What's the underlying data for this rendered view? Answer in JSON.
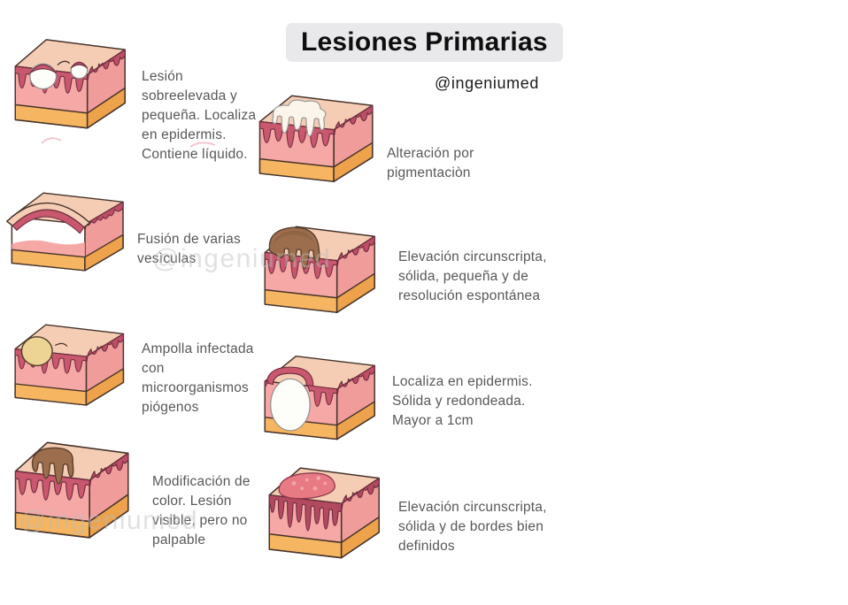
{
  "title": "Lesiones Primarias",
  "handle": "@ingeniumed",
  "watermark": "@ingeniumed",
  "palette": {
    "title_bg": "#e9e9eb",
    "text": "#57585a",
    "skin_top": "#f5cdb4",
    "dermis_pink": "#f5a8a5",
    "epidermis_rose": "#c9576d",
    "subcutis_orange": "#f5b561",
    "lesion_brown": "#9c6e4d",
    "pustule_yellow": "#eed494",
    "plaque_red": "#e87a84",
    "vesicle_white": "#fdfdfa"
  },
  "items": [
    {
      "id": "vesicle",
      "description": "Lesión sobreelevada y pequeña. Localiza en epidermis. Contiene líquido."
    },
    {
      "id": "bulla",
      "description": "Fusión de varias vesìculas"
    },
    {
      "id": "pustule",
      "description": "Ampolla infectada con microorganismos piógenos"
    },
    {
      "id": "macule",
      "description": "Modificación de color. Lesión visible, pero no palpable"
    },
    {
      "id": "hypopigmentation",
      "description": "Alteración por pigmentaciòn"
    },
    {
      "id": "papule",
      "description": "Elevación circunscripta, sólida, pequeña y de resolución espontánea"
    },
    {
      "id": "nodule",
      "description": "Localiza en epidermis. Sólida y redondeada. Mayor a 1cm"
    },
    {
      "id": "plaque",
      "description": "Elevación circunscripta, sólida y de bordes bien definidos"
    }
  ]
}
